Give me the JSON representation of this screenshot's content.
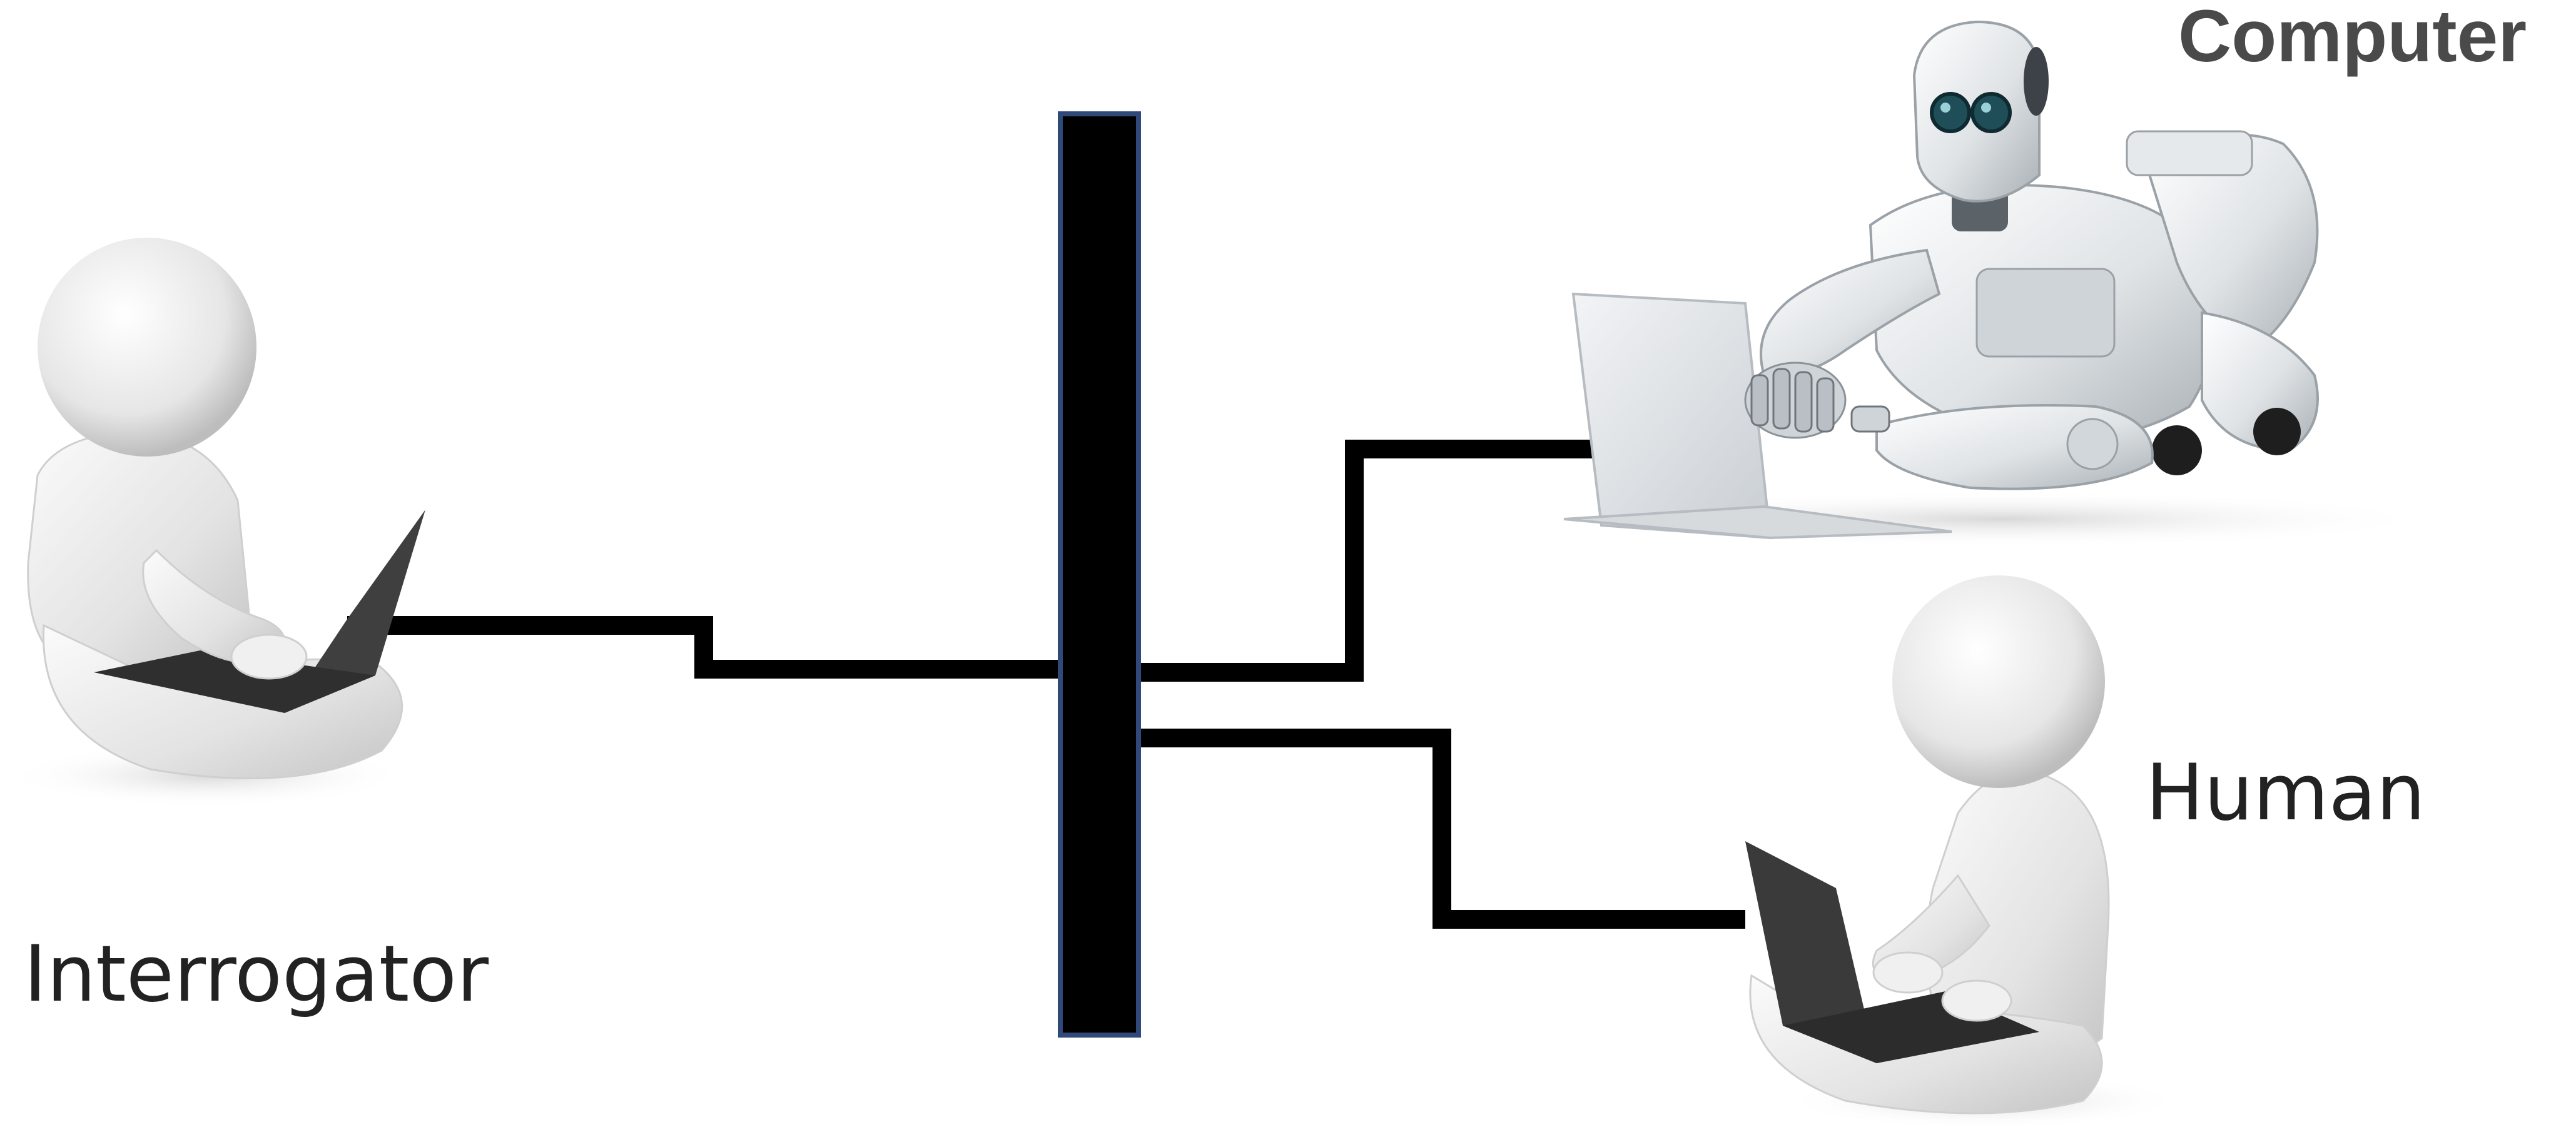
{
  "labels": {
    "interrogator": "Interrogator",
    "human": "Human",
    "computer": "Computer"
  },
  "colors": {
    "wire": "#000000",
    "barrier_fill": "#000000",
    "barrier_stroke": "#2f4a78",
    "label_dark": "#222222",
    "label_computer": "#4a4a4a",
    "figure_light": "#f4f4f4",
    "figure_mid": "#d9d9d9",
    "figure_dark": "#b8b8b8",
    "laptop_dark": "#3c3c3c",
    "laptop_light": "#dcdcdc",
    "robot_eye": "#1f4e58"
  },
  "icons": {
    "interrogator": "person-with-laptop-icon",
    "human": "person-with-laptop-icon",
    "computer": "robot-with-laptop-icon"
  }
}
